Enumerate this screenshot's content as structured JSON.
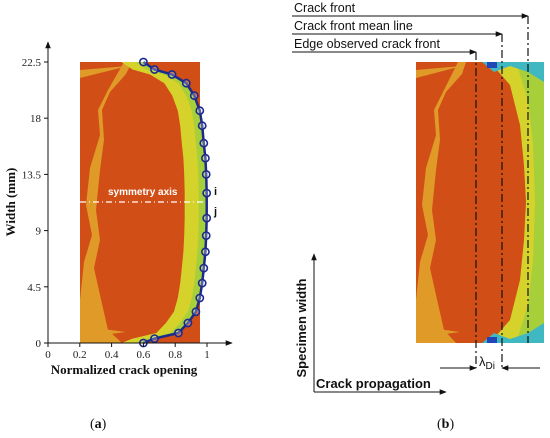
{
  "panel_a": {
    "caption_open": "(",
    "caption_letter": "a",
    "caption_close": ")",
    "symmetry_label": "symmetry axis",
    "point_label_i": "i",
    "point_label_j": "j",
    "colors": {
      "base": "#d24e17",
      "inner": "#df9a28",
      "yellow": "#d6d22c",
      "lime": "#a7cf3a",
      "marker": "#1c2a8c"
    }
  },
  "panel_b": {
    "caption_open": "(",
    "caption_letter": "b",
    "caption_close": ")",
    "label_crack_front": "Crack front",
    "label_mean_line": "Crack front mean line",
    "label_edge_front": "Edge observed crack front",
    "label_specimen_width": "Specimen width",
    "label_crack_propagation": "Crack propagation",
    "label_lambda": "λ",
    "label_lambda_sub": "Di",
    "colors": {
      "base": "#d24e17",
      "inner": "#df9a28",
      "yellow": "#d6d22c",
      "lime": "#a7cf3a",
      "cyan": "#3fb8c2",
      "blue": "#2146b8"
    }
  },
  "chart_data": {
    "type": "scatter",
    "xlabel": "Normalized  crack opening",
    "ylabel": "Width (mm)",
    "xlim": [
      0,
      1
    ],
    "ylim": [
      0,
      22.5
    ],
    "xticks": [
      "0",
      "0.2",
      "0.4",
      "0.6",
      "0.8",
      "1"
    ],
    "yticks": [
      "0",
      "4.5",
      "9",
      "13.5",
      "18",
      "22.5"
    ],
    "series": [
      {
        "x": [
          0.6,
          0.67,
          0.78,
          0.87,
          0.92,
          0.955,
          0.97,
          0.98,
          0.99,
          0.995,
          0.998,
          0.998,
          0.995,
          0.99,
          0.98,
          0.97,
          0.955,
          0.93,
          0.88,
          0.82,
          0.67,
          0.6
        ],
        "y": [
          22.5,
          21.9,
          21.5,
          20.8,
          19.8,
          18.6,
          17.4,
          16.0,
          14.8,
          13.5,
          12.0,
          10.0,
          8.6,
          7.3,
          6.0,
          4.8,
          3.6,
          2.5,
          1.6,
          0.8,
          0.35,
          0.0
        ]
      }
    ]
  }
}
